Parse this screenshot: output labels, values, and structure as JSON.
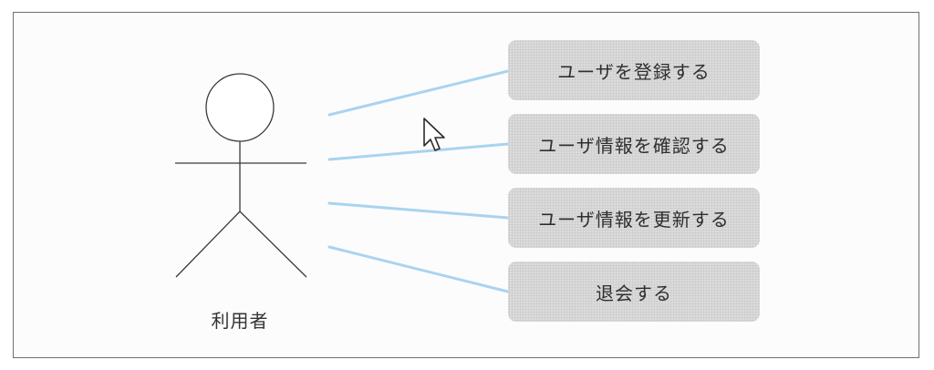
{
  "actor": {
    "label": "利用者"
  },
  "use_cases": [
    {
      "label": "ユーザを登録する"
    },
    {
      "label": "ユーザ情報を確認する"
    },
    {
      "label": "ユーザ情報を更新する"
    },
    {
      "label": "退会する"
    }
  ],
  "colors": {
    "association_line": "#a9d3f0",
    "usecase_fill": "#dcdcdc",
    "frame_border": "#6f6f6f"
  }
}
